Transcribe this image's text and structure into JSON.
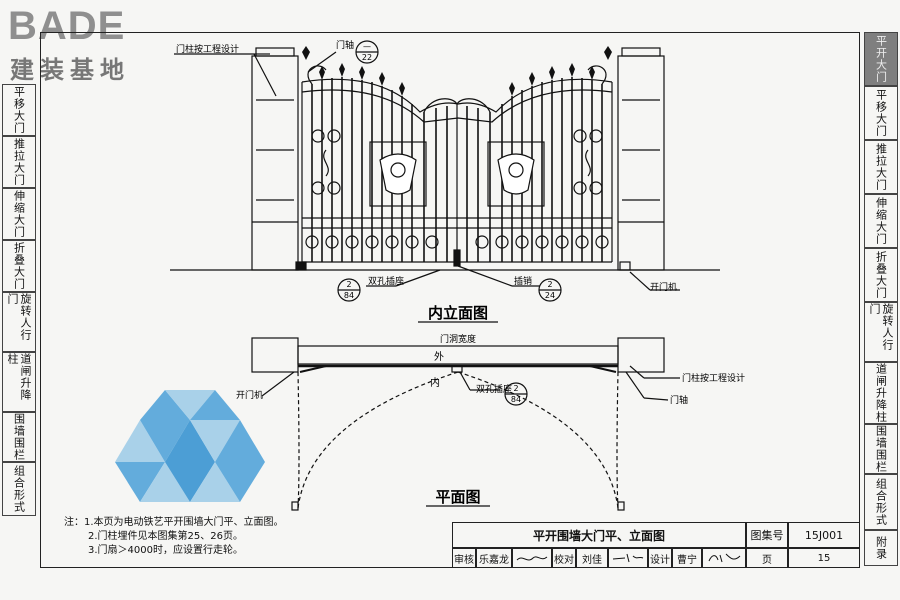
{
  "brand": {
    "latin": "BADE",
    "cn": "建装基地"
  },
  "tabs": [
    {
      "label": "平开大门",
      "active": true
    },
    {
      "label": "平移大门",
      "active": false
    },
    {
      "label": "推拉大门",
      "active": false
    },
    {
      "label": "伸缩大门",
      "active": false
    },
    {
      "label": "折叠大门",
      "active": false
    },
    {
      "label": "旋转人行门",
      "active": false
    },
    {
      "label": "道闸升降柱",
      "active": false
    },
    {
      "label": "围墙围栏",
      "active": false
    },
    {
      "label": "组合形式",
      "active": false
    },
    {
      "label": "附录",
      "active": false
    }
  ],
  "elevation": {
    "caption": "内立面图",
    "label_pillar": "门柱按工程设计",
    "label_axis": "门轴",
    "ref_axis": {
      "top": "—",
      "bottom": "22"
    },
    "label_socket": "双孔插座",
    "ref_socket": {
      "top": "2",
      "bottom": "84"
    },
    "label_bolt": "插销",
    "ref_bolt": {
      "top": "2",
      "bottom": "24"
    },
    "label_opener": "开门机"
  },
  "plan": {
    "caption": "平面图",
    "label_width": "门洞宽度",
    "label_outside": "外",
    "label_inside": "内",
    "label_opener": "开门机",
    "label_socket": "双孔插座",
    "ref_socket": {
      "top": "2",
      "bottom": "84"
    },
    "label_pillar": "门柱按工程设计",
    "label_axis": "门轴"
  },
  "notes": [
    "注：1.本页为电动铁艺平开围墙大门平、立面图。",
    "2.门柱埋件见本图集第25、26页。",
    "3.门扇＞4000时，应设置行走轮。"
  ],
  "titleblock": {
    "title": "平开围墙大门平、立面图",
    "atlas_label": "图集号",
    "atlas_no": "15J001",
    "review_label": "审核",
    "review_name": "乐嘉龙",
    "check_label": "校对",
    "check_name": "刘佳",
    "design_label": "设计",
    "design_name": "曹宁",
    "page_label": "页",
    "page_no": "15"
  }
}
